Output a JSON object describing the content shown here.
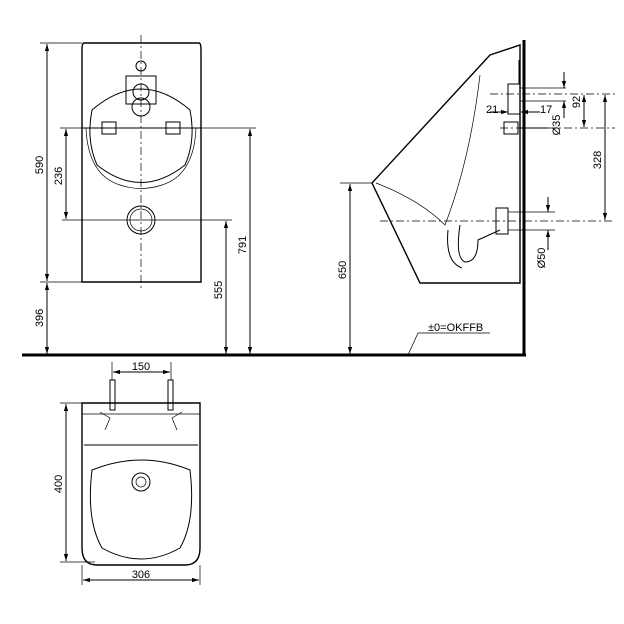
{
  "front_view": {
    "dim_height": "590",
    "dim_outlet_to_bracket": "236",
    "dim_floor_to_bottom": "396",
    "dim_outlet_height": "555",
    "dim_bracket_height": "791"
  },
  "side_view": {
    "dim_rim_height": "650",
    "dim_21": "21",
    "dim_17": "17",
    "dim_inlet_diameter": "Ø35",
    "dim_92": "92",
    "dim_328": "328",
    "dim_outlet_diameter": "Ø50",
    "floor_reference": "±0=OKFFB"
  },
  "top_view": {
    "dim_bolt_spacing": "150",
    "dim_depth": "400",
    "dim_width": "306"
  }
}
